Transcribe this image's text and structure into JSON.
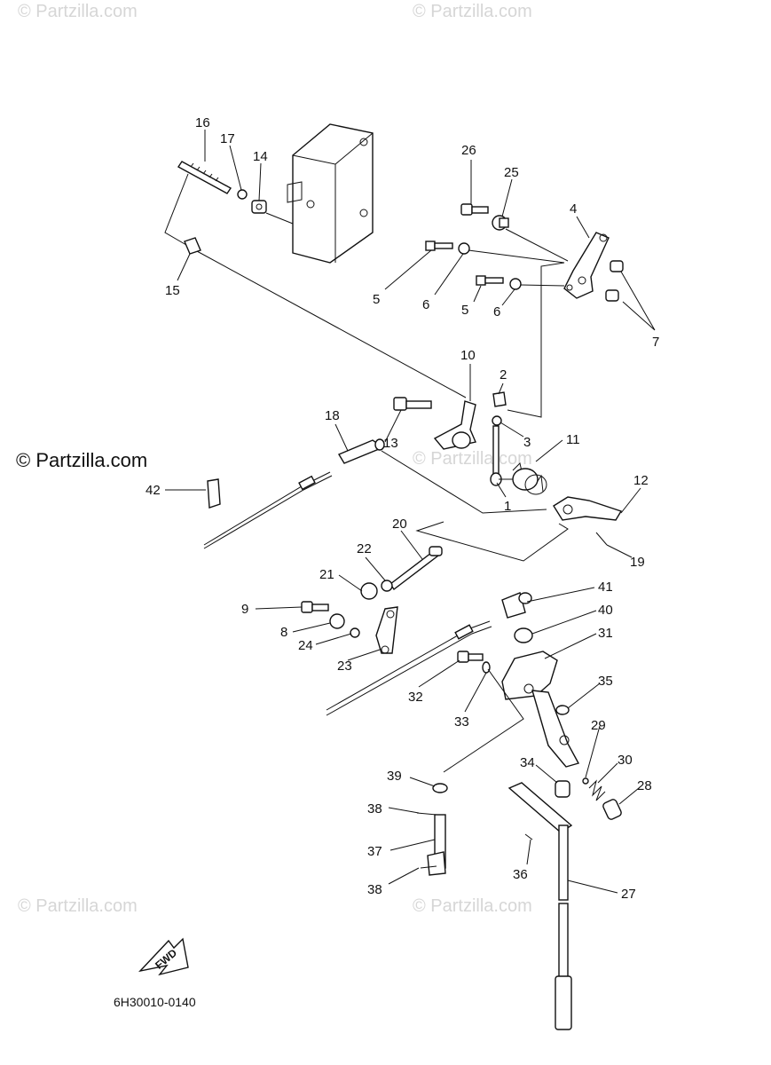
{
  "watermarks": {
    "top_left": "© Partzilla.com",
    "top_right": "© Partzilla.com",
    "main": "© Partzilla.com",
    "mid_faint": "© Partzilla.com",
    "bottom_left": "© Partzilla.com",
    "bottom_right": "© Partzilla.com"
  },
  "fwd_label": "FWD",
  "diagram_code": "6H30010-0140",
  "callouts": {
    "c1": "1",
    "c2": "2",
    "c3": "3",
    "c4": "4",
    "c5a": "5",
    "c5b": "5",
    "c6a": "6",
    "c6b": "6",
    "c7": "7",
    "c8": "8",
    "c9": "9",
    "c10": "10",
    "c11": "11",
    "c12": "12",
    "c13": "13",
    "c14": "14",
    "c15": "15",
    "c16": "16",
    "c17": "17",
    "c18": "18",
    "c19": "19",
    "c20": "20",
    "c21": "21",
    "c22": "22",
    "c23": "23",
    "c24": "24",
    "c25": "25",
    "c26": "26",
    "c27": "27",
    "c28": "28",
    "c29": "29",
    "c30": "30",
    "c31": "31",
    "c32": "32",
    "c33": "33",
    "c34": "34",
    "c35": "35",
    "c36": "36",
    "c37": "37",
    "c38a": "38",
    "c38b": "38",
    "c39": "39",
    "c40": "40",
    "c41": "41",
    "c42": "42"
  }
}
